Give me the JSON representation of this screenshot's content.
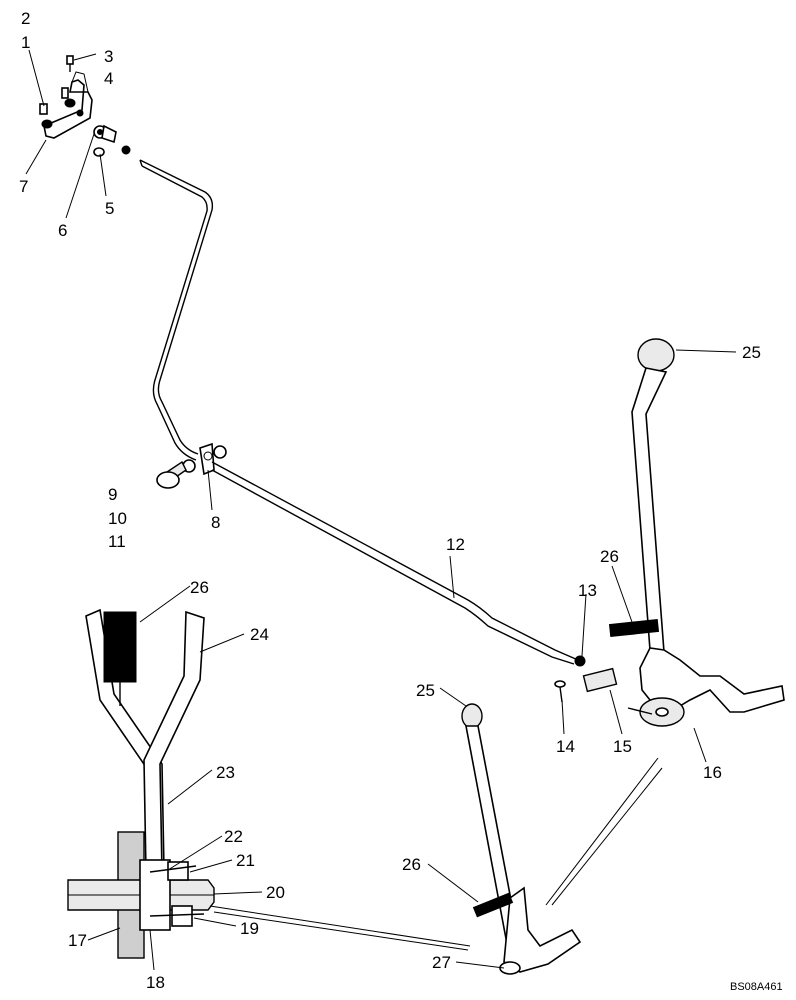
{
  "diagram": {
    "callouts": [
      {
        "id": "c2",
        "text": "2"
      },
      {
        "id": "c1",
        "text": "1"
      },
      {
        "id": "c3",
        "text": "3"
      },
      {
        "id": "c4",
        "text": "4"
      },
      {
        "id": "c7",
        "text": "7"
      },
      {
        "id": "c5",
        "text": "5"
      },
      {
        "id": "c6",
        "text": "6"
      },
      {
        "id": "c9",
        "text": "9"
      },
      {
        "id": "c10",
        "text": "10"
      },
      {
        "id": "c11",
        "text": "11"
      },
      {
        "id": "c8",
        "text": "8"
      },
      {
        "id": "c12",
        "text": "12"
      },
      {
        "id": "c25a",
        "text": "25"
      },
      {
        "id": "c26a",
        "text": "26"
      },
      {
        "id": "c13",
        "text": "13"
      },
      {
        "id": "c14",
        "text": "14"
      },
      {
        "id": "c15",
        "text": "15"
      },
      {
        "id": "c16",
        "text": "16"
      },
      {
        "id": "c26b",
        "text": "26"
      },
      {
        "id": "c24",
        "text": "24"
      },
      {
        "id": "c23",
        "text": "23"
      },
      {
        "id": "c22",
        "text": "22"
      },
      {
        "id": "c21",
        "text": "21"
      },
      {
        "id": "c20",
        "text": "20"
      },
      {
        "id": "c19",
        "text": "19"
      },
      {
        "id": "c17",
        "text": "17"
      },
      {
        "id": "c18",
        "text": "18"
      },
      {
        "id": "c25b",
        "text": "25"
      },
      {
        "id": "c26c",
        "text": "26"
      },
      {
        "id": "c27",
        "text": "27"
      }
    ],
    "reference_code": "BS08A461"
  }
}
